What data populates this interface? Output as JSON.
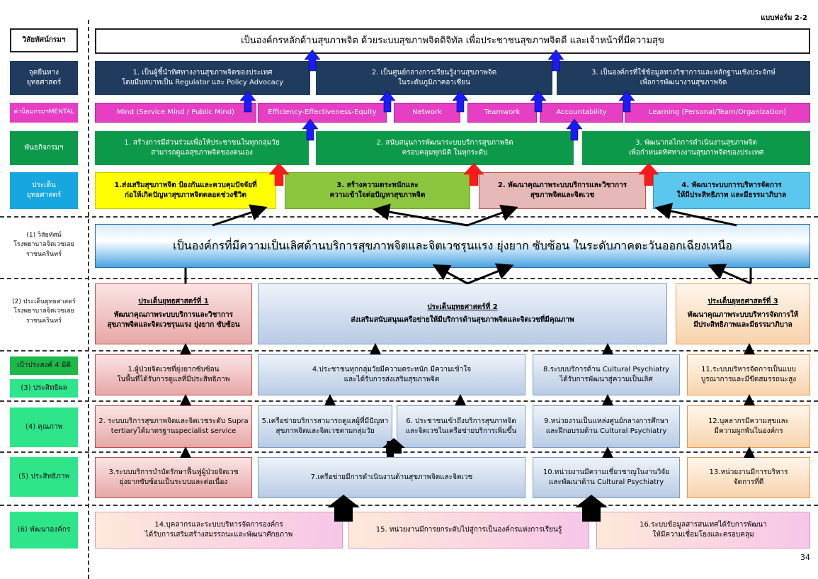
{
  "form_label": "แบบฟอร์ม 2-2",
  "page_number": "34",
  "colors": {
    "navy": "#1f3b5e",
    "magenta": "#e63fc4",
    "green": "#0c9a4a",
    "yellow": "#ffff00",
    "light_green": "#8cc63f",
    "pink": "#e6b8b7",
    "light_blue": "#5cc7ee",
    "mint": "#2fe58a",
    "arrow_blue": "#1a1aff",
    "arrow_red": "#ff1a1a"
  },
  "side_labels": {
    "vision_dept": "วิสัยทัศน์กรมฯ",
    "positioning": [
      "จุดยืนทาง",
      "ยุทธศาสตร์"
    ],
    "values": "ค่านิยมกรมฯMENTAL",
    "mission": "พันธกิจกรมฯ",
    "strategic_issues": [
      "ประเด็น",
      "ยุทธศาสตร์"
    ],
    "hospital_vision": [
      "(1) วิสัยทัศน์",
      "โรงพยาบาลจิตเวชเลย",
      "ราชนครินทร์"
    ],
    "hospital_issues": [
      "(2) ประเด็นยุทธศาสตร์",
      "โรงพยาบาลจิตเวชเลย",
      "ราชนครินทร์"
    ],
    "goal4": "เป้าประสงค์ 4 มิติ",
    "effectiveness": "(3) ประสิทธิผล",
    "quality": "(4) คุณภาพ",
    "efficiency": "(5) ประสิทธิภาพ",
    "development": "(6) พัฒนาองค์กร"
  },
  "dept_vision": "เป็นองค์กรหลักด้านสุขภาพจิต ด้วยระบบสุขภาพจิตดิจิทัล เพื่อประชาชนสุขภาพจิตดี  และเจ้าหน้าที่มีความสุข",
  "positioning": [
    [
      "1. เป็นผู้ชี้นำทิศทางงานสุขภาพจิตของประเทศ",
      "โดยมีบทบาทเป็น Regulator และ Policy Advocacy"
    ],
    [
      "2. เป็นศูนย์กลางการเรียนรู้งานสุขภาพจิต",
      "ในระดับภูมิภาคอาเซียน"
    ],
    [
      "3. เป็นองค์กรที่ใช้ข้อมูลทางวิชาการและหลักฐานเชิงประจักษ์",
      "เพื่อการพัฒนางานสุขภาพจิต"
    ]
  ],
  "values": [
    "Mind (Service Mind / Public Mind)",
    "Efficiency-Effectiveness-Equity",
    "Network",
    "Teamwork",
    "Accountability",
    "Learning (Personal/Team/Organization)"
  ],
  "missions": [
    [
      "1. สร้างการมีส่วนร่วมเพื่อให้ประชาชนในทุกกลุ่มวัย",
      "สามารถดูแลสุขภาพจิตของตนเอง"
    ],
    [
      "2. สนับสนุนการพัฒนาระบบบริการสุขภาพจิต",
      "ครอบคลุมทุกมิติ ในทุกระดับ"
    ],
    [
      "3. พัฒนากลไกการดำเนินงานสุขภาพจิต",
      "เพื่อกำหนดทิศทางงานสุขภาพจิตของประเทศ"
    ]
  ],
  "dept_issues": [
    [
      "1.ส่งเสริมสุขภาพจิต ป้องกันและควบคุมปัจจัยที่",
      "ก่อให้เกิดปัญหาสุขภาพจิตตลอดช่วงชีวิต"
    ],
    [
      "3. สร้างความตระหนักและ",
      "ความเข้าใจต่อปัญหาสุขภาพจิต"
    ],
    [
      "2. พัฒนาคุณภาพระบบบริการและวิชาการ",
      "สุขภาพจิตและจิตเวช"
    ],
    [
      "4. พัฒนาระบบการบริหารจัดการ",
      "ให้มีประสิทธิภาพ และมีธรรมาภิบาล"
    ]
  ],
  "hospital_vision": "เป็นองค์กรที่มีความเป็นเลิศด้านบริการสุขภาพจิตและจิตเวชรุนแรง ยุ่งยาก ซับซ้อน ในระดับภาคตะวันออกเฉียงเหนือ",
  "hospital_issues": [
    {
      "title": "ประเด็นยุทธศาสตร์ที่ 1",
      "lines": [
        "พัฒนาคุณภาพระบบบริการและวิชาการ",
        "สุขภาพจิตและจิตเวชรุนแรง ยุ่งยาก ซับซ้อน"
      ]
    },
    {
      "title": "ประเด็นยุทธศาสตร์ที่ 2",
      "lines": [
        "ส่งเสริมสนับสนุนเครือข่ายให้มีบริการด้านสุขภาพจิตและจิตเวชที่มีคุณภาพ"
      ]
    },
    {
      "title": "ประเด็นยุทธศาสตร์ที่ 3",
      "lines": [
        "พัฒนาคุณภาพระบบบริหารจัดการให้",
        "มีประสิทธิภาพและมีธรรมาภิบาล"
      ]
    }
  ],
  "goals": {
    "g1": [
      "1.ผู้ป่วยจิตเวชที่ยุ่งยากซับซ้อน",
      "ในพื้นที่ได้รับการดูแลที่มีประสิทธิภาพ"
    ],
    "g4": [
      "4.ประชาชนทุกกลุ่มวัยมีความตระหนัก มีความเข้าใจ",
      "และได้รับการส่งเสริมสุขภาพจิต"
    ],
    "g8": [
      "8.ระบบบริการด้าน Cultural Psychiatry",
      "ได้รับการพัฒนาสู่ความเป็นเลิศ"
    ],
    "g11": [
      "11.ระบบบริหารจัดการเป็นแบบ",
      "บูรณาการและมีขีดสมรรถนะสูง"
    ],
    "g2": [
      "2. ระบบบริการสุขภาพจิตและจิตเวชระดับ Supra",
      "tertiaryได้มาตรฐานspecialist service"
    ],
    "g5": [
      "5.เครือข่ายบริการสามารถดูแลผู้ที่มีปัญหา",
      "สุขภาพจิตและจิตเวชตามกลุ่มวัย"
    ],
    "g6": [
      "6. ประชาชนเข้าถึงบริการสุขภาพจิต",
      "และจิตเวชในเครือข่ายบริการเพิ่มขึ้น"
    ],
    "g9": [
      "9.หน่วยงานเป็นแหล่งศูนย์กลางการศึกษา",
      "และฝึกอบรมด้าน Cultural Psychiatry"
    ],
    "g12": [
      "12.บุคลากรมีความสุขและ",
      "มีความผูกพันในองค์กร"
    ],
    "g3": [
      "3.ระบบบริการบำบัดรักษาฟื้นฟูผู้ป่วยจิตเวช",
      "ยุ่งยากซับซ้อนเป็นระบบและต่อเนื่อง"
    ],
    "g7": [
      "7.เครือข่ายมีการดำเนินงานด้านสุขภาพจิตและจิตเวช"
    ],
    "g10": [
      "10.หน่วยงานมีความเชี่ยวชาญในงานวิจัย",
      "และพัฒนาด้าน Cultural Psychiatry"
    ],
    "g13": [
      "13.หน่วยงานมีการบริหาร",
      "จัดการที่ดี"
    ],
    "g14": [
      "14.บุคลากรและระบบบริหารจัดการองค์กร",
      "ได้รับการเสริมสร้างสมรรถนะและพัฒนาศักยภาพ"
    ],
    "g15": [
      "15. หน่วยงานมีการยกระดับไปสู่การเป็นองค์กรแห่งการเรียนรู้"
    ],
    "g16": [
      "16.ระบบข้อมูลสารสนเทศได้รับการพัฒนา",
      "ให้มีความเชื่อมโยงและครอบคลุม"
    ]
  }
}
